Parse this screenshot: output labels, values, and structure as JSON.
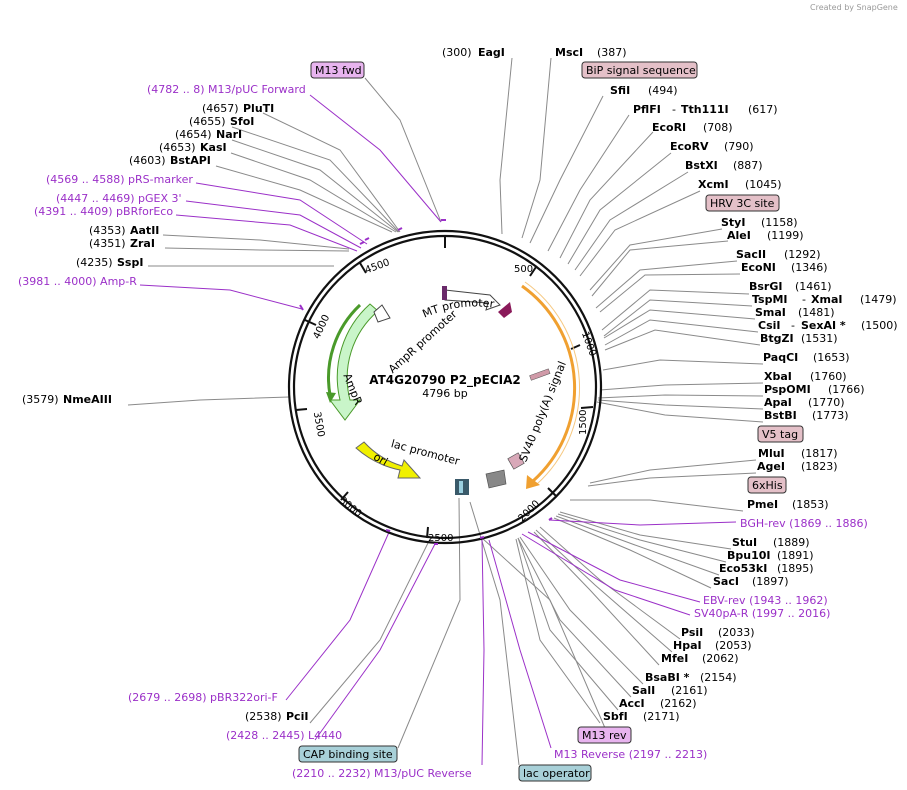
{
  "watermark": "Created by SnapGene",
  "map": {
    "name": "AT4G20790 P2_pECIA2",
    "length": "4796 bp",
    "ticks": [
      "500",
      "1000",
      "1500",
      "2000",
      "2500",
      "3000",
      "3500",
      "4000",
      "4500"
    ]
  },
  "sites": {
    "eagi": {
      "pos": "(300)",
      "name": "EagI"
    },
    "msci": {
      "name": "MscI",
      "pos": "(387)"
    },
    "sfii": {
      "name": "SfiI",
      "pos": "(494)"
    },
    "pflfi": {
      "name": "PflFI",
      "sep": "-",
      "name2": "Tth111I",
      "pos": "(617)"
    },
    "ecori": {
      "name": "EcoRI",
      "pos": "(708)"
    },
    "ecorv": {
      "name": "EcoRV",
      "pos": "(790)"
    },
    "bstxi": {
      "name": "BstXI",
      "pos": "(887)"
    },
    "xcmi": {
      "name": "XcmI",
      "pos": "(1045)"
    },
    "styi": {
      "name": "StyI",
      "pos": "(1158)"
    },
    "alei": {
      "name": "AleI",
      "pos": "(1199)"
    },
    "sacii": {
      "name": "SacII",
      "pos": "(1292)"
    },
    "econi": {
      "name": "EcoNI",
      "pos": "(1346)"
    },
    "bsrgi": {
      "name": "BsrGI",
      "pos": "(1461)"
    },
    "tspmi": {
      "name": "TspMI",
      "sep": "-",
      "name2": "XmaI",
      "pos": "(1479)"
    },
    "smai": {
      "name": "SmaI",
      "pos": "(1481)"
    },
    "csii": {
      "name": "CsiI",
      "sep": "-",
      "name2": "SexAI *",
      "pos": "(1500)"
    },
    "btgzi": {
      "name": "BtgZI",
      "pos": "(1531)"
    },
    "paqci": {
      "name": "PaqCI",
      "pos": "(1653)"
    },
    "xbai": {
      "name": "XbaI",
      "pos": "(1760)"
    },
    "pspomi": {
      "name": "PspOMI",
      "pos": "(1766)"
    },
    "apai": {
      "name": "ApaI",
      "pos": "(1770)"
    },
    "bstbi": {
      "name": "BstBI",
      "pos": "(1773)"
    },
    "mlui": {
      "name": "MluI",
      "pos": "(1817)"
    },
    "agei": {
      "name": "AgeI",
      "pos": "(1823)"
    },
    "pmei": {
      "name": "PmeI",
      "pos": "(1853)"
    },
    "stui": {
      "name": "StuI",
      "pos": "(1889)"
    },
    "bpu10i": {
      "name": "Bpu10I",
      "pos": "(1891)"
    },
    "eco53ki": {
      "name": "Eco53kI",
      "pos": "(1895)"
    },
    "saci": {
      "name": "SacI",
      "pos": "(1897)"
    },
    "psii": {
      "name": "PsiI",
      "pos": "(2033)"
    },
    "hpai": {
      "name": "HpaI",
      "pos": "(2053)"
    },
    "mfei": {
      "name": "MfeI",
      "pos": "(2062)"
    },
    "bsabi": {
      "name": "BsaBI *",
      "pos": "(2154)"
    },
    "sali": {
      "name": "SalI",
      "pos": "(2161)"
    },
    "acci": {
      "name": "AccI",
      "pos": "(2162)"
    },
    "sbfi": {
      "name": "SbfI",
      "pos": "(2171)"
    },
    "pcii": {
      "pos": "(2538)",
      "name": "PciI"
    },
    "nmeaiii": {
      "pos": "(3579)",
      "name": "NmeAIII"
    },
    "sspi": {
      "pos": "(4235)",
      "name": "SspI"
    },
    "zrai": {
      "pos": "(4351)",
      "name": "ZraI"
    },
    "aatii": {
      "pos": "(4353)",
      "name": "AatII"
    },
    "bstapi": {
      "pos": "(4603)",
      "name": "BstAPI"
    },
    "kasi": {
      "pos": "(4653)",
      "name": "KasI"
    },
    "nari": {
      "pos": "(4654)",
      "name": "NarI"
    },
    "sfoi": {
      "pos": "(4655)",
      "name": "SfoI"
    },
    "pluti": {
      "pos": "(4657)",
      "name": "PluTI"
    }
  },
  "primers": {
    "m13puc_fwd": "(4782 .. 8)  M13/pUC Forward",
    "prs_marker": "(4569 .. 4588)  pRS-marker",
    "pgex3": "(4447 .. 4469)  pGEX 3'",
    "pbrforeco": "(4391 .. 4409)  pBRforEco",
    "amp_r": "(3981 .. 4000)  Amp-R",
    "bgh_rev": "BGH-rev    (1869 .. 1886)",
    "ebv_rev": "EBV-rev    (1943 .. 1962)",
    "sv40pa_r": "SV40pA-R    (1997 .. 2016)",
    "pbr322ori_f": "(2679 .. 2698)  pBR322ori-F",
    "l4440": "(2428 .. 2445)  L4440",
    "m13puc_rev": "(2210 .. 2232)  M13/pUC Reverse",
    "m13_reverse": "M13 Reverse    (2197 .. 2213)"
  },
  "boxes": {
    "m13fwd": "M13 fwd",
    "bip": "BiP signal sequence",
    "hrv3c": "HRV 3C site",
    "v5tag": "V5 tag",
    "his6": "6xHis",
    "m13rev": "M13 rev",
    "cap": "CAP binding site",
    "lacop": "lac operator"
  },
  "features": {
    "mt_promoter": "MT promoter",
    "ampr_promoter": "AmpR promoter",
    "ampr": "AmpR",
    "ori": "ori",
    "lac_promoter": "lac promoter",
    "sv40": "SV40 poly(A) signal"
  },
  "colors": {
    "primer": "#9b30c8",
    "primer_box": "#e8b4ef",
    "site_box": "#e4c0c8",
    "blue_box": "#a8d0d8",
    "ampr_fill": "#c9f5c9",
    "ampr_stroke": "#4a9a2a",
    "ori_fill": "#f0f000",
    "cds_orange": "#f0a030"
  }
}
